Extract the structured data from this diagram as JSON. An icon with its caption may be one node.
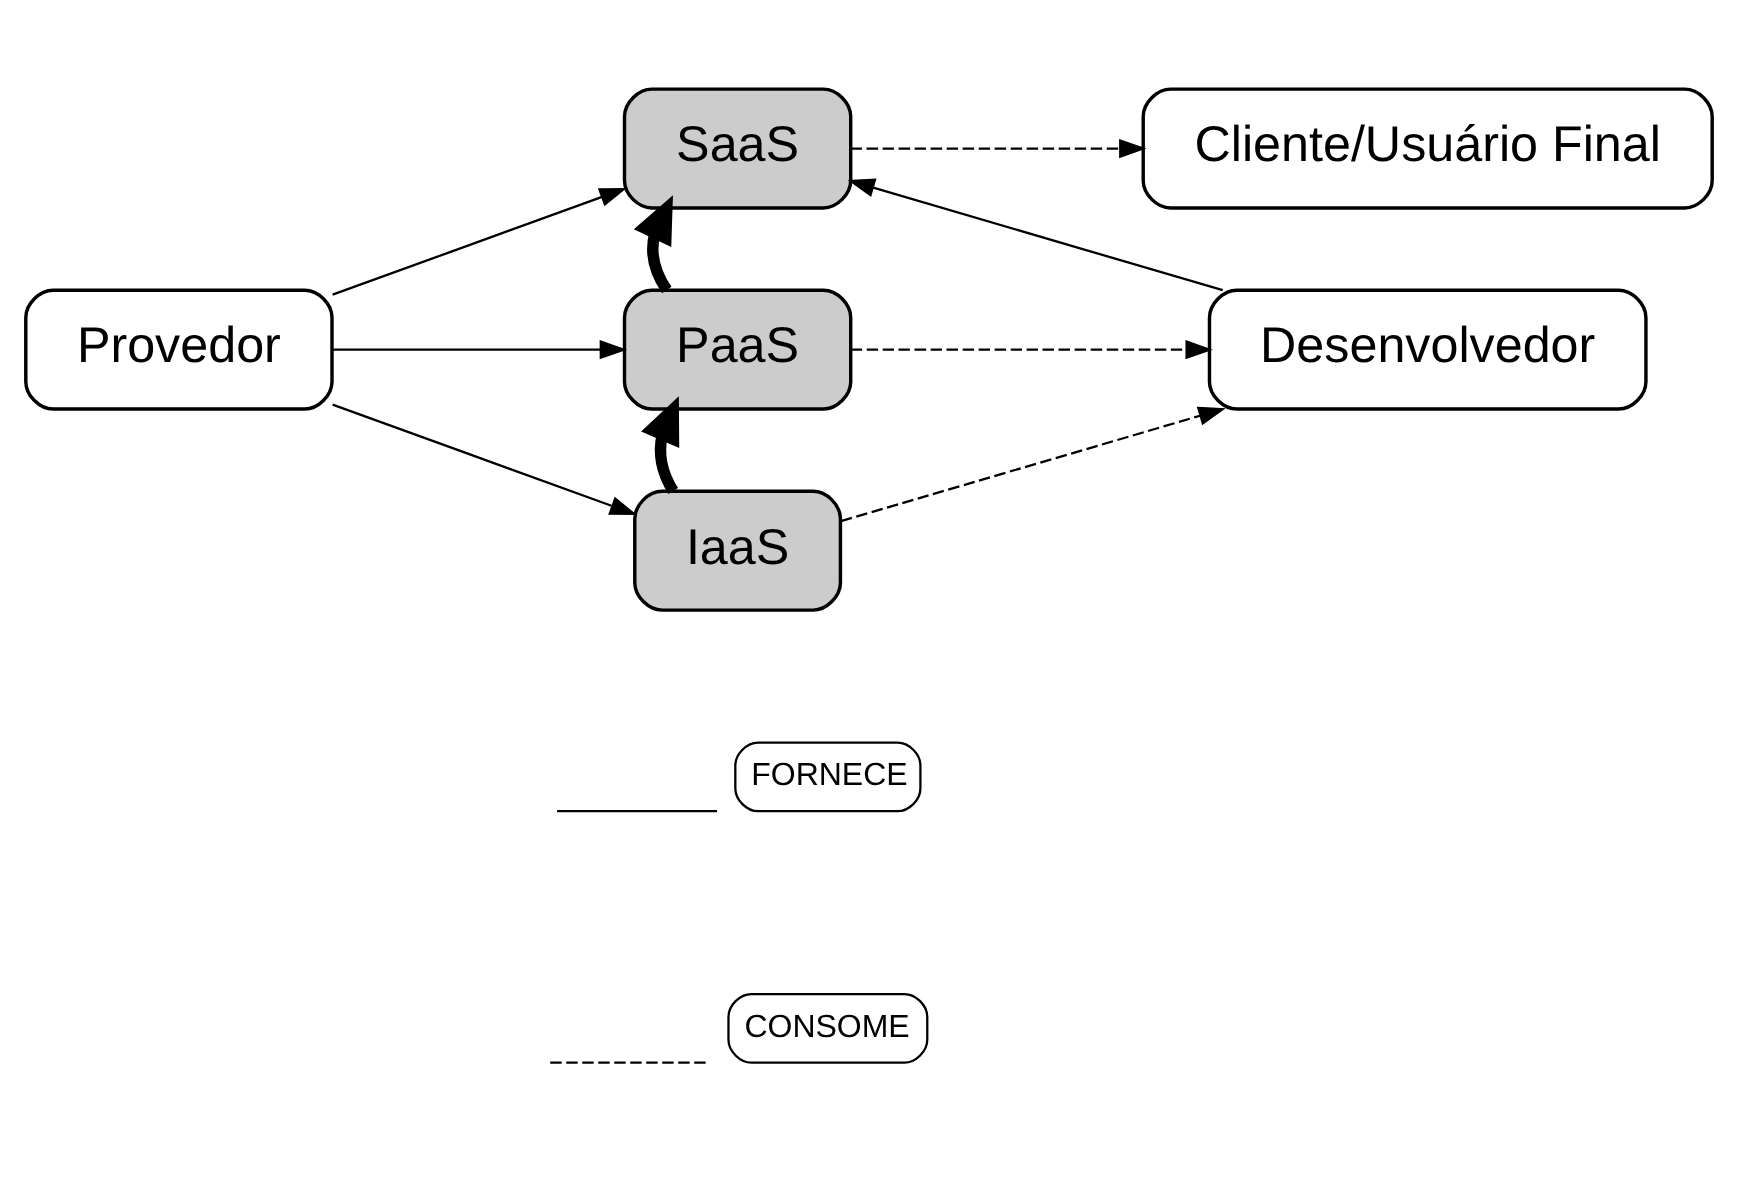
{
  "diagram": {
    "nodes": [
      {
        "text": [
          "SaaS"
        ]
      },
      {
        "text": [
          "Cliente/Usuário Final"
        ]
      },
      {
        "text": [
          "Provedor"
        ]
      },
      {
        "text": [
          "PaaS"
        ]
      },
      {
        "text": [
          "Desenvolvedor"
        ]
      },
      {
        "text": [
          "IaaS"
        ]
      }
    ],
    "edges": [
      {
        "from": 2,
        "to": 0,
        "arrow": "to"
      },
      {
        "from": 2,
        "to": 3,
        "arrow": "to"
      },
      {
        "from": 2,
        "to": 5,
        "arrow": "to"
      },
      {
        "from": 0,
        "to": 1,
        "arrow": "to",
        "style": "dashed"
      },
      {
        "from": 3,
        "to": 4,
        "arrow": "to",
        "style": "dashed"
      },
      {
        "from": 5,
        "to": 4,
        "arrow": "to",
        "style": "dashed"
      },
      {
        "from": 4,
        "to": 0,
        "arrow": "to"
      },
      {
        "from": 3,
        "to": 0,
        "arrow": "to",
        "style": "thick"
      },
      {
        "from": 5,
        "to": 3,
        "arrow": "to",
        "style": "thick"
      }
    ],
    "legend": [
      {
        "text": "FORNECE"
      },
      {
        "text": "CONSOME"
      }
    ]
  }
}
